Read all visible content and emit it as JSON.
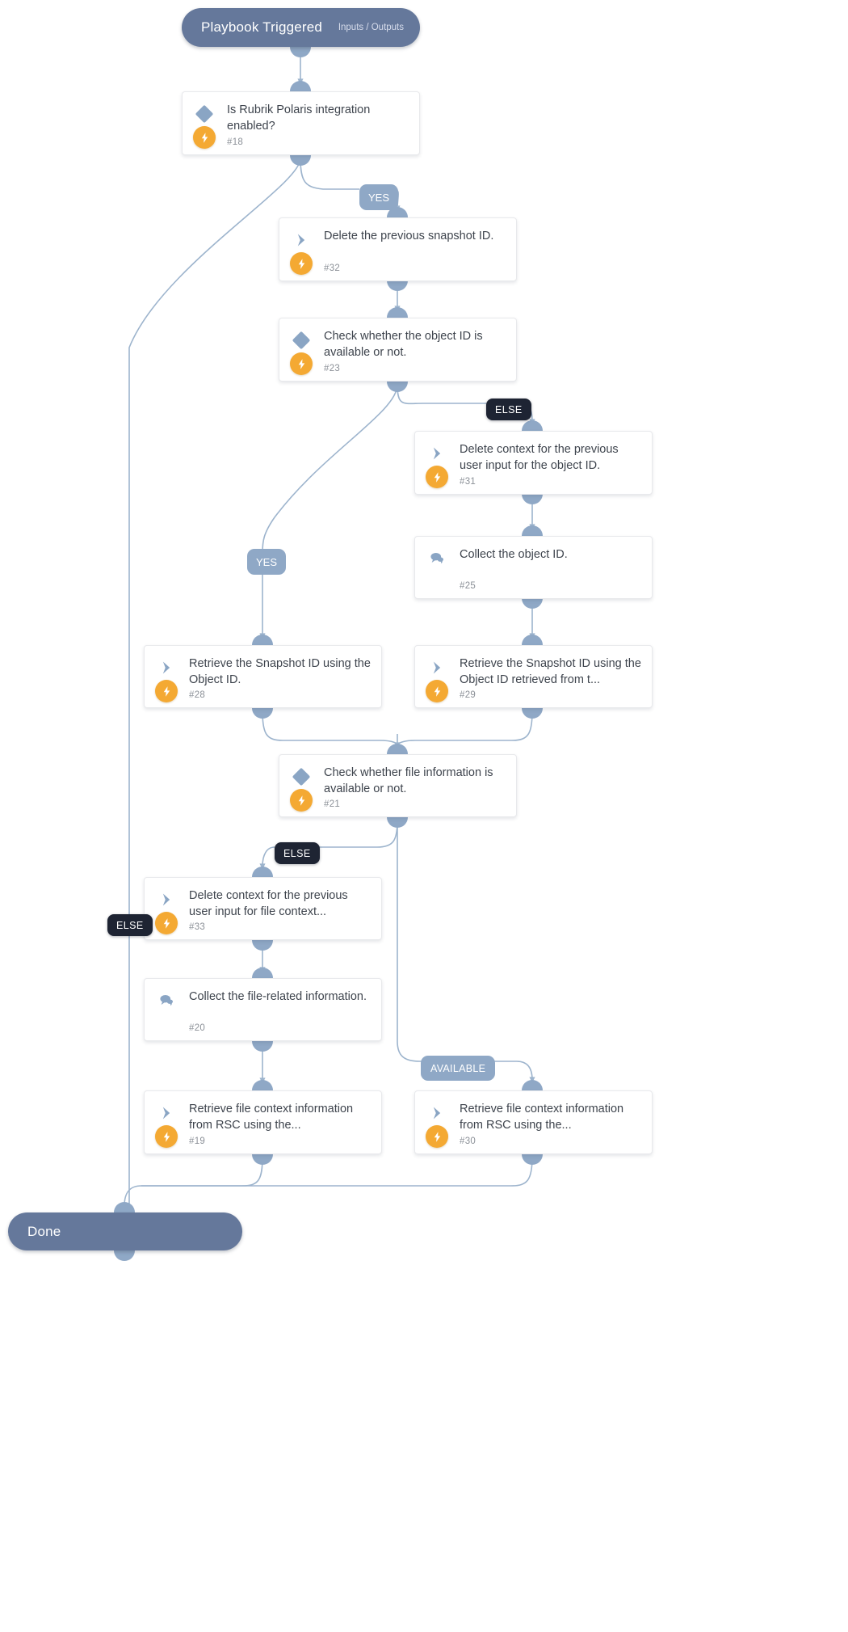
{
  "diagram": {
    "title": "Playbook Triggered",
    "trigger": {
      "label": "Playbook Triggered",
      "sub_label": "Inputs / Outputs"
    },
    "end": {
      "label": "Done"
    },
    "colors": {
      "terminal": "#65789b",
      "connector": "#9db4cd",
      "branch_yes": "#8fa8c6",
      "branch_else": "#1e2433",
      "badge": "#f4a933",
      "card_text": "#3e444d",
      "card_id": "#8b9097"
    },
    "nodes": [
      {
        "id": "#18",
        "label": "Is Rubrik Polaris integration enabled?",
        "icon": "diamond-icon",
        "has_bolt": true
      },
      {
        "id": "#32",
        "label": "Delete the previous snapshot ID.",
        "icon": "chevron-icon",
        "has_bolt": true
      },
      {
        "id": "#23",
        "label": "Check whether the object ID is available or not.",
        "icon": "diamond-icon",
        "has_bolt": true
      },
      {
        "id": "#31",
        "label": "Delete context for the previous user input for the object ID.",
        "icon": "chevron-icon",
        "has_bolt": true
      },
      {
        "id": "#25",
        "label": "Collect the object ID.",
        "icon": "speech-icon",
        "has_bolt": false
      },
      {
        "id": "#28",
        "label": "Retrieve the Snapshot ID using the Object ID.",
        "icon": "chevron-icon",
        "has_bolt": true
      },
      {
        "id": "#29",
        "label": "Retrieve the Snapshot ID using the Object ID retrieved from t...",
        "icon": "chevron-icon",
        "has_bolt": true
      },
      {
        "id": "#21",
        "label": "Check whether file information is available or not.",
        "icon": "diamond-icon",
        "has_bolt": true
      },
      {
        "id": "#33",
        "label": "Delete context for the previous user input for file context...",
        "icon": "chevron-icon",
        "has_bolt": true
      },
      {
        "id": "#20",
        "label": "Collect the file-related information.",
        "icon": "speech-icon",
        "has_bolt": false
      },
      {
        "id": "#19",
        "label": "Retrieve file context information from RSC using the...",
        "icon": "chevron-icon",
        "has_bolt": true
      },
      {
        "id": "#30",
        "label": "Retrieve file context information from RSC using the...",
        "icon": "chevron-icon",
        "has_bolt": true
      }
    ],
    "branch_labels": [
      {
        "key": "yes_18",
        "text": "YES"
      },
      {
        "key": "else_23",
        "text": "ELSE"
      },
      {
        "key": "yes_23",
        "text": "YES"
      },
      {
        "key": "else_21",
        "text": "ELSE"
      },
      {
        "key": "available_21",
        "text": "AVAILABLE"
      },
      {
        "key": "else_18",
        "text": "ELSE"
      }
    ]
  }
}
